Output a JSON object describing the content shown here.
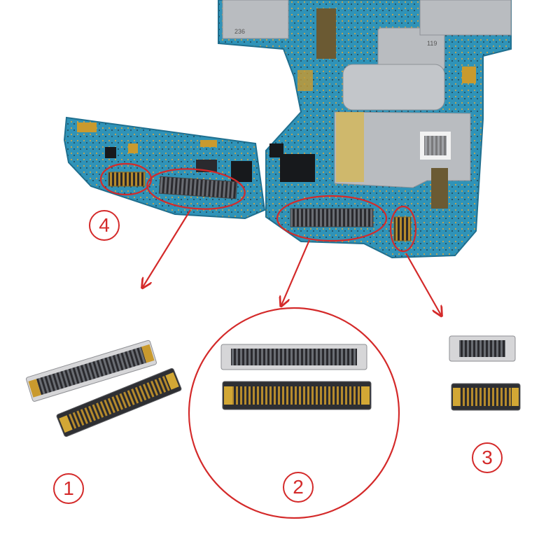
{
  "labels": {
    "one": "1",
    "two": "2",
    "three": "3",
    "four": "4"
  },
  "board": {
    "shield_marks": [
      "236",
      "119"
    ]
  },
  "colors": {
    "pcb": "#2f93b8",
    "pcb_dark": "#1f6f8f",
    "shield": "#b9bcc0",
    "gold": "#c99a2e",
    "annotation_red": "#d42a2a",
    "connector_black": "#2a2a2e"
  }
}
